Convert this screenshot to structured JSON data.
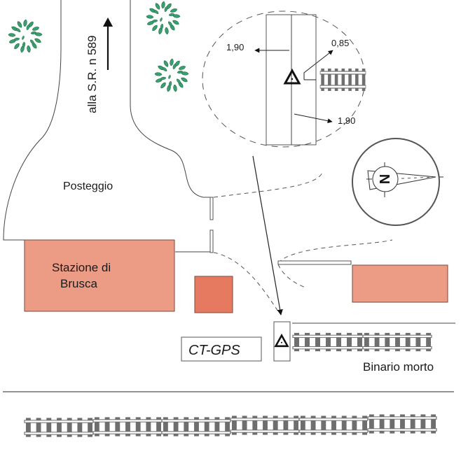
{
  "diagram": {
    "title": "Stazione di Brusca site plan",
    "labels": {
      "road_direction": "alla S.R. n 589",
      "parking": "Posteggio",
      "station_line1": "Stazione di",
      "station_line2": "Brusca",
      "point_name": "CT-GPS",
      "dead_track": "Binario morto"
    },
    "detail_inset": {
      "measurements": [
        {
          "id": "left",
          "value": "1,90"
        },
        {
          "id": "track",
          "value": "0,85"
        },
        {
          "id": "bottom",
          "value": "1,90"
        }
      ]
    },
    "compass": {
      "north_letter": "N"
    },
    "icons": [
      "tree-icon",
      "arrow-up-icon",
      "survey-point-triangle-icon",
      "compass-icon",
      "railway-track-icon"
    ],
    "colors": {
      "station_building": "#ec9c85",
      "small_building": "#e67a60",
      "right_building": "#ec9c85",
      "tree_fill": "#3a9e6e",
      "tree_stroke": "#1e6e48",
      "track": "#6e6e6e",
      "line": "#444444"
    }
  }
}
